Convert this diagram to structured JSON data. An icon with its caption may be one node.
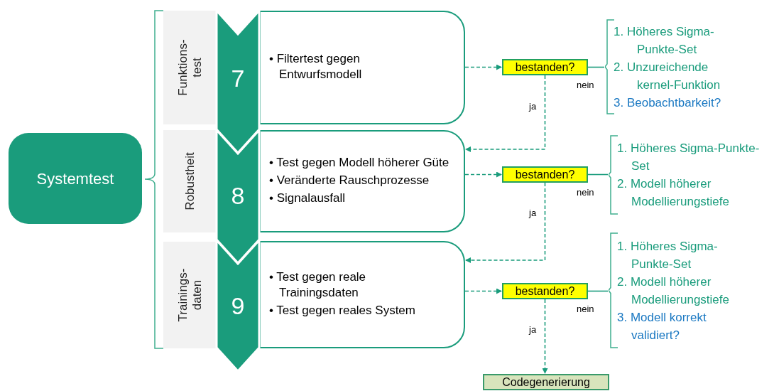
{
  "diagram": {
    "nodes": [
      {
        "text": [
          "Systemtest"
        ]
      },
      {
        "text": [
          "Funktions- test"
        ]
      },
      {
        "text": [
          "7"
        ]
      },
      {
        "text": [
          "• Filtertest gegen Entwurfsmodell"
        ]
      },
      {
        "text": [
          "Robustheit"
        ]
      },
      {
        "text": [
          "8"
        ]
      },
      {
        "text": [
          "• Test gegen Modell höherer Güte",
          "• Veränderte Rauschprozesse",
          "• Signalausfall"
        ]
      },
      {
        "text": [
          "Trainings- daten"
        ]
      },
      {
        "text": [
          "9"
        ]
      },
      {
        "text": [
          "• Test gegen reale Trainingsdaten",
          "• Test gegen reales System"
        ]
      },
      {
        "text": [
          "bestanden?"
        ]
      },
      {
        "text": [
          "bestanden?"
        ]
      },
      {
        "text": [
          "bestanden?"
        ]
      },
      {
        "text": [
          "Codegenerierung"
        ]
      },
      {
        "text": [
          "1. Höheres Sigma-Punkte-Set",
          "2. Unzureichende kernel-Funktion",
          "3. Beobachtbarkeit?"
        ]
      },
      {
        "text": [
          "1. Höheres Sigma-Punkte-Set",
          "2. Modell höherer Modellierungstiefe"
        ]
      },
      {
        "text": [
          "1. Höheres Sigma-Punkte-Set",
          "2. Modell höherer Modellierungstiefe",
          "3. Modell korrekt validiert?"
        ]
      }
    ],
    "edges": [
      {
        "from": 3,
        "to": 10,
        "arrow": "to",
        "style": "dashed"
      },
      {
        "from": 10,
        "to": 6,
        "arrow": "to",
        "style": "dashed",
        "label": "ja"
      },
      {
        "from": 10,
        "to": 14,
        "arrow": "none",
        "label": "nein"
      },
      {
        "from": 6,
        "to": 11,
        "arrow": "to",
        "style": "dashed"
      },
      {
        "from": 11,
        "to": 9,
        "arrow": "to",
        "style": "dashed",
        "label": "ja"
      },
      {
        "from": 11,
        "to": 15,
        "arrow": "none",
        "label": "nein"
      },
      {
        "from": 9,
        "to": 12,
        "arrow": "to",
        "style": "dashed"
      },
      {
        "from": 12,
        "to": 13,
        "arrow": "to",
        "style": "dashed",
        "label": "ja"
      },
      {
        "from": 12,
        "to": 16,
        "arrow": "none",
        "label": "nein"
      }
    ]
  }
}
